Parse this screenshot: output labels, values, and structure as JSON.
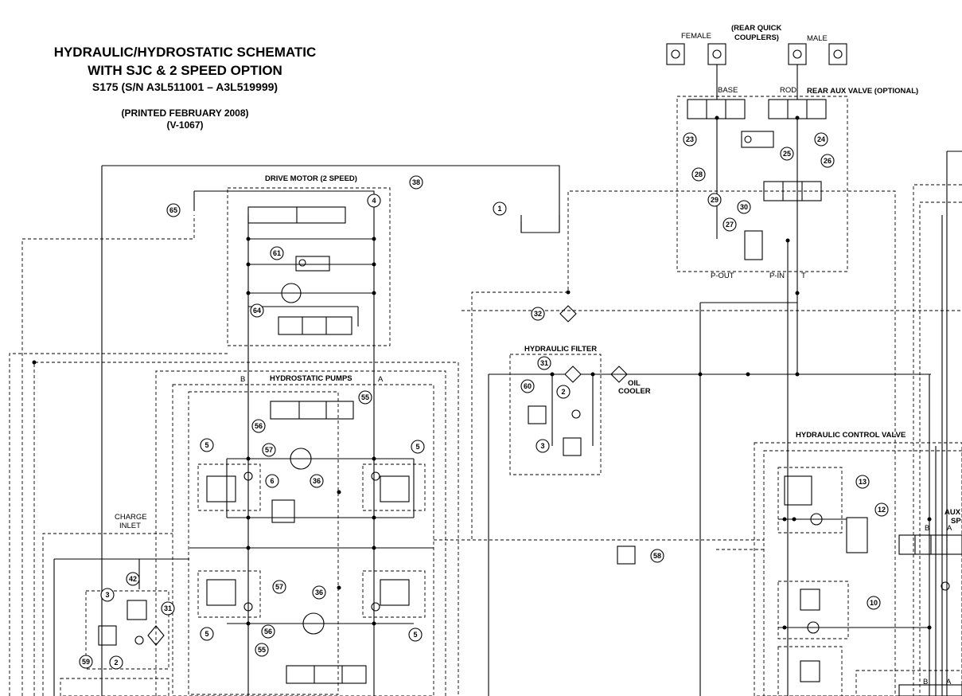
{
  "title": {
    "line1": "HYDRAULIC/HYDROSTATIC SCHEMATIC",
    "line2": "WITH SJC & 2 SPEED OPTION",
    "line3": "S175 (S/N A3L511001 – A3L519999)",
    "printed": "(PRINTED FEBRUARY 2008)",
    "code": "(V-1067)"
  },
  "labels": {
    "female": "FEMALE",
    "male": "MALE",
    "rear_quick_couplers": "(REAR QUICK COUPLERS)",
    "rear_quick_line1": "(REAR QUICK",
    "rear_quick_line2": "COUPLERS)",
    "base": "BASE",
    "rod": "ROD",
    "rear_aux_valve": "REAR AUX VALVE (OPTIONAL)",
    "p_out": "P-OUT",
    "p_in": "P-IN",
    "t": "T",
    "drive_motor": "DRIVE MOTOR (2 SPEED)",
    "hydraulic_filter": "HYDRAULIC FILTER",
    "oil_cooler_1": "OIL",
    "oil_cooler_2": "COOLER",
    "hydrostatic_pumps": "HYDROSTATIC PUMPS",
    "b": "B",
    "a": "A",
    "charge_inlet_1": "CHARGE",
    "charge_inlet_2": "INLET",
    "hydraulic_control_valve": "HYDRAULIC CONTROL VALVE",
    "aux_1": "AUX",
    "aux_2": "SP"
  },
  "callouts": [
    "1",
    "2",
    "3",
    "4",
    "5",
    "6",
    "10",
    "12",
    "13",
    "23",
    "24",
    "25",
    "26",
    "27",
    "28",
    "29",
    "30",
    "31",
    "32",
    "36",
    "38",
    "42",
    "55",
    "56",
    "57",
    "58",
    "59",
    "60",
    "61",
    "64",
    "65"
  ]
}
